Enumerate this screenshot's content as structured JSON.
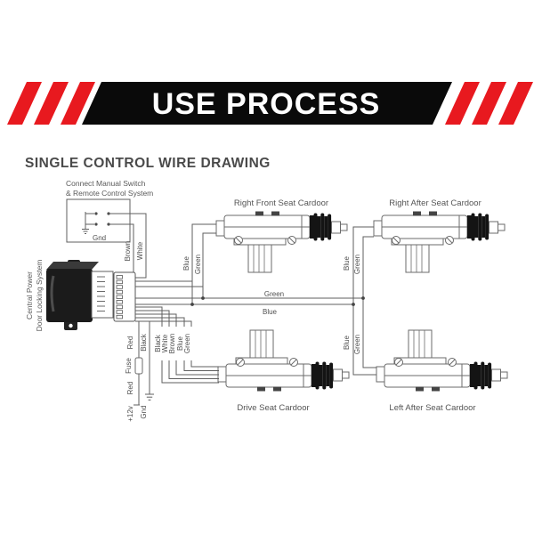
{
  "banner": {
    "title": "USE PROCESS",
    "bg_color": "#0a0a0a",
    "stripe_color": "#e8191f",
    "text_color": "#ffffff"
  },
  "diagram": {
    "title": "SINGLE CONTROL WIRE DRAWING",
    "switch_box": {
      "label_line1": "Connect Manual Switch",
      "label_line2": "& Remote Control System",
      "gnd": "Gnd"
    },
    "central_unit": {
      "label_line1": "Central Power",
      "label_line2": "Door Locking System"
    },
    "actuators": [
      {
        "name": "Right Front Seat Cardoor"
      },
      {
        "name": "Right After Seat Cardoor"
      },
      {
        "name": "Drive Seat Cardoor"
      },
      {
        "name": "Left After Seat Cardoor"
      }
    ],
    "wire_labels": {
      "brown": "Brown",
      "white": "White",
      "blue": "Blue",
      "green": "Green",
      "black": "Black",
      "red": "Red",
      "fuse": "Fuse",
      "plus12v": "+12v",
      "gnd": "Gnd"
    }
  }
}
